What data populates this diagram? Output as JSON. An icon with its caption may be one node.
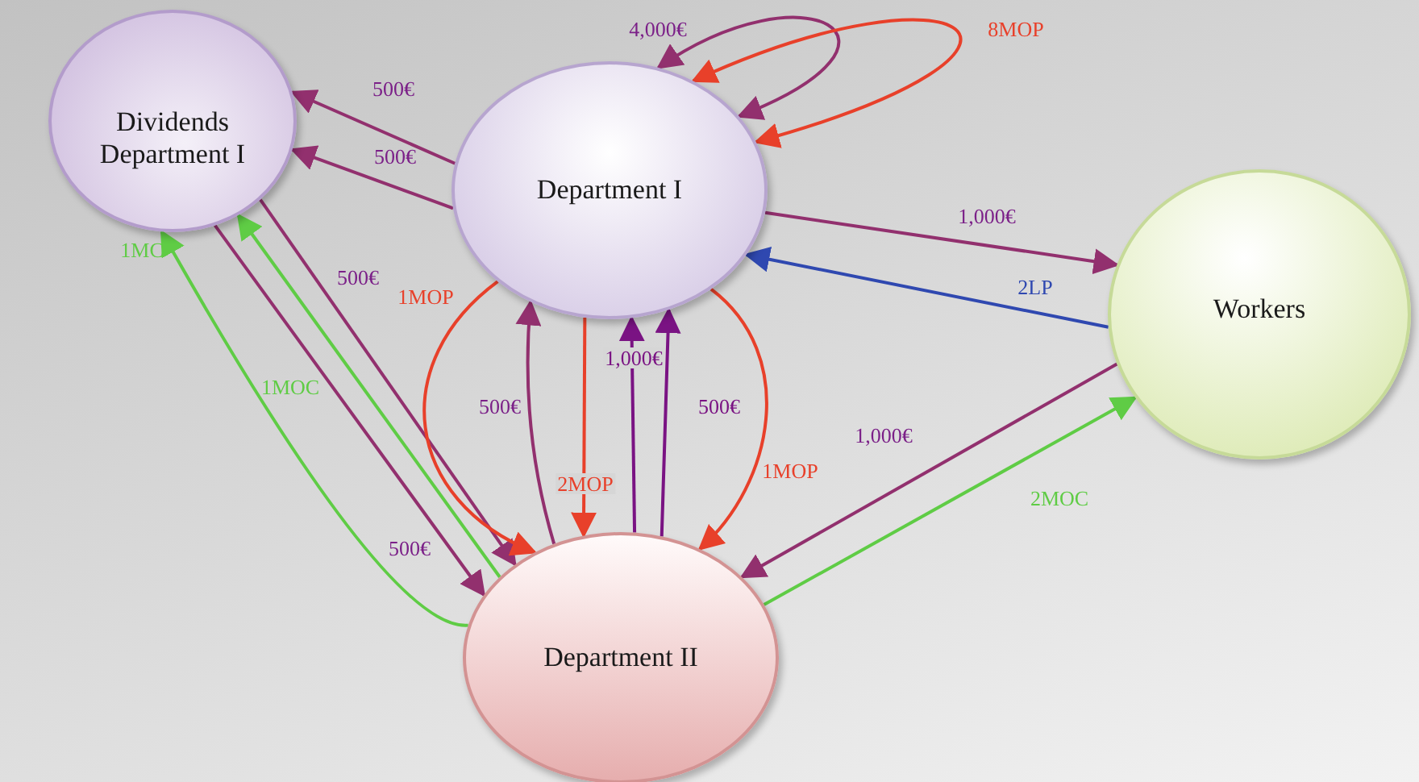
{
  "diagram": {
    "nodes": [
      {
        "text": [
          "Dividends Department I"
        ]
      },
      {
        "text": [
          "Department I"
        ]
      },
      {
        "text": [
          "Workers"
        ]
      },
      {
        "text": [
          "Department II"
        ]
      }
    ],
    "edges": [
      {
        "from": 1,
        "to": 0,
        "arrow": "to",
        "label": "500€"
      },
      {
        "from": 1,
        "to": 0,
        "arrow": "to",
        "label": "500€"
      },
      {
        "from": 0,
        "to": 3,
        "arrow": "to",
        "label": "500€"
      },
      {
        "from": 0,
        "to": 3,
        "arrow": "to",
        "label": "500€"
      },
      {
        "from": 3,
        "to": 0,
        "arrow": "to",
        "label": "1MOC",
        "color": "#5fcc45"
      },
      {
        "from": 3,
        "to": 0,
        "arrow": "to",
        "label": "1MC",
        "color": "#5fcc45"
      },
      {
        "from": 1,
        "to": 1,
        "arrow": "both",
        "label": "4,000€"
      },
      {
        "from": 1,
        "to": 1,
        "arrow": "both",
        "label": "8MOP",
        "color": "#e8402a"
      },
      {
        "from": 1,
        "to": 3,
        "arrow": "to",
        "label": "1MOP",
        "color": "#e8402a"
      },
      {
        "from": 1,
        "to": 3,
        "arrow": "to",
        "label": "2MOP",
        "color": "#e8402a"
      },
      {
        "from": 3,
        "to": 1,
        "arrow": "to",
        "label": "500€"
      },
      {
        "from": 3,
        "to": 1,
        "arrow": "to",
        "label": "1,000€",
        "color": "#7a1383"
      },
      {
        "from": 3,
        "to": 1,
        "arrow": "to",
        "label": "500€",
        "color": "#7a1383"
      },
      {
        "from": 1,
        "to": 3,
        "arrow": "to",
        "label": "1MOP",
        "color": "#e8402a"
      },
      {
        "from": 1,
        "to": 2,
        "arrow": "to",
        "label": "1,000€"
      },
      {
        "from": 2,
        "to": 1,
        "arrow": "to",
        "label": "2LP",
        "color": "#2f48b0"
      },
      {
        "from": 2,
        "to": 3,
        "arrow": "to",
        "label": "1,000€"
      },
      {
        "from": 3,
        "to": 2,
        "arrow": "to",
        "label": "2MOC",
        "color": "#5fcc45"
      }
    ]
  }
}
